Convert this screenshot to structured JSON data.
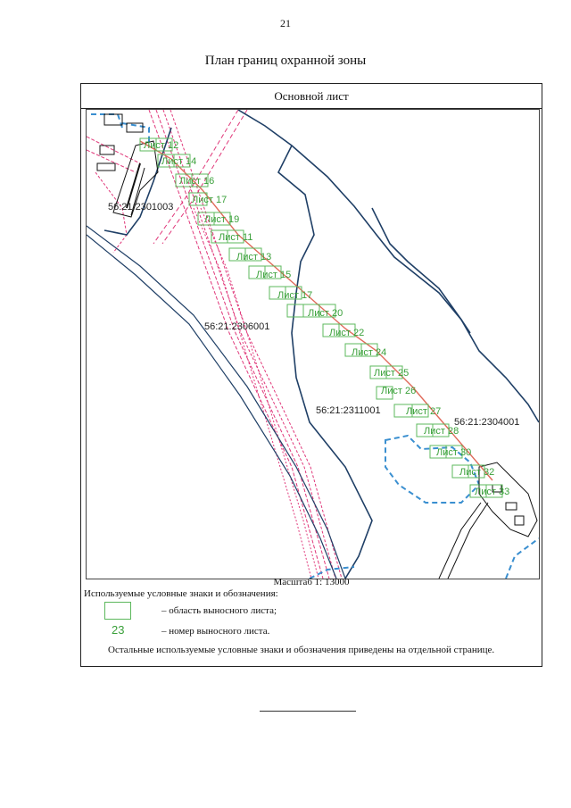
{
  "page": {
    "number": "21",
    "title": "План границ охранной зоны"
  },
  "frame": {
    "header": "Основной лист"
  },
  "map": {
    "parcels": [
      {
        "id": "56:21:2301003"
      },
      {
        "id": "56:21:2306001"
      },
      {
        "id": "56:21:2311001"
      },
      {
        "id": "56:21:2304001"
      }
    ],
    "sheets": [
      "Лист 12",
      "Лист 14",
      "Лист 16",
      "Лист 17",
      "Лист 19",
      "Лист 11",
      "Лист 13",
      "Лист 15",
      "Лист 17",
      "Лист 20",
      "Лист 22",
      "Лист 24",
      "Лист 25",
      "Лист 26",
      "Лист 27",
      "Лист 28",
      "Лист 30",
      "Лист 32",
      "Лист 33"
    ],
    "colors": {
      "sheet_frames": "#5cb85c",
      "parcel_borders": "#1f3f66",
      "zone_dashed": "#3a8fd0",
      "red_lines": "#e0387a",
      "axis_line": "#e06a5a"
    }
  },
  "scale": {
    "label": "Масштаб 1: 13000"
  },
  "legend": {
    "title": "Используемые условные знаки и обозначения:",
    "items": [
      {
        "symbol": "",
        "text": "– область выносного листа;"
      },
      {
        "symbol": "23",
        "text": "– номер выносного листа."
      }
    ],
    "note": "Остальные используемые условные знаки и обозначения приведены на отдельной странице."
  }
}
